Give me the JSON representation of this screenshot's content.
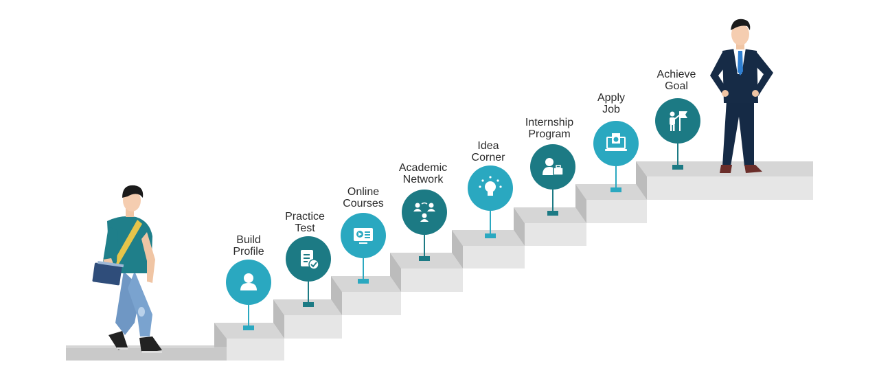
{
  "steps": [
    {
      "line1": "Build",
      "line2": "Profile",
      "icon": "user-icon",
      "color": "#2aa8c0"
    },
    {
      "line1": "Practice",
      "line2": "Test",
      "icon": "test-document-icon",
      "color": "#1c7a84"
    },
    {
      "line1": "Online",
      "line2": "Courses",
      "icon": "video-screen-icon",
      "color": "#2aa8c0"
    },
    {
      "line1": "Academic",
      "line2": "Network",
      "icon": "network-people-icon",
      "color": "#1c7a84"
    },
    {
      "line1": "Idea",
      "line2": "Corner",
      "icon": "lightbulb-icon",
      "color": "#2aa8c0"
    },
    {
      "line1": "Internship",
      "line2": "Program",
      "icon": "person-briefcase-icon",
      "color": "#1c7a84"
    },
    {
      "line1": "Apply",
      "line2": "Job",
      "icon": "laptop-application-icon",
      "color": "#2aa8c0"
    },
    {
      "line1": "Achieve",
      "line2": "Goal",
      "icon": "person-flag-icon",
      "color": "#1c7a84"
    }
  ],
  "colors": {
    "light_teal": "#2aa8c0",
    "dark_teal": "#1c7a84",
    "stair_top": "#d9d9d9",
    "stair_front": "#bdbdbd"
  }
}
